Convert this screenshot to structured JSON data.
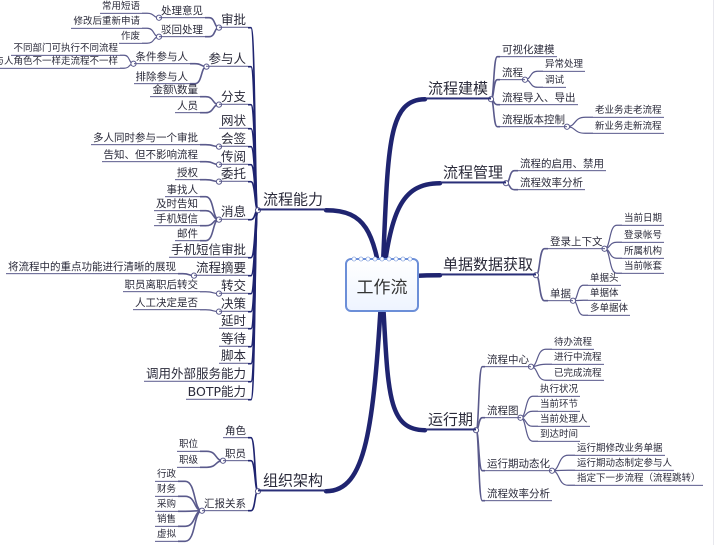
{
  "center": "工作流",
  "colors": {
    "main_branch": "#1f2470",
    "thin_line": "#5a5a8c",
    "center_border": "#6c8fd8"
  },
  "branches": [
    {
      "label": "流程建模",
      "children": [
        {
          "label": "可视化建模"
        },
        {
          "label": "流程",
          "children": [
            {
              "label": "异常处理"
            },
            {
              "label": "调试"
            }
          ]
        },
        {
          "label": "流程导入、导出"
        },
        {
          "label": "流程版本控制",
          "children": [
            {
              "label": "老业务走老流程"
            },
            {
              "label": "新业务走新流程"
            }
          ]
        }
      ]
    },
    {
      "label": "流程管理",
      "children": [
        {
          "label": "流程的启用、禁用"
        },
        {
          "label": "流程效率分析"
        }
      ]
    },
    {
      "label": "单据数据获取",
      "children": [
        {
          "label": "登录上下文",
          "children": [
            {
              "label": "当前日期"
            },
            {
              "label": "登录帐号"
            },
            {
              "label": "所属机构"
            },
            {
              "label": "当前帐套"
            }
          ]
        },
        {
          "label": "单据",
          "children": [
            {
              "label": "单据头"
            },
            {
              "label": "单据体"
            },
            {
              "label": "多单据体"
            }
          ]
        }
      ]
    },
    {
      "label": "运行期",
      "children": [
        {
          "label": "流程中心",
          "children": [
            {
              "label": "待办流程"
            },
            {
              "label": "进行中流程"
            },
            {
              "label": "已完成流程"
            }
          ]
        },
        {
          "label": "流程图",
          "children": [
            {
              "label": "执行状况"
            },
            {
              "label": "当前环节"
            },
            {
              "label": "当前处理人"
            },
            {
              "label": "到达时间"
            }
          ]
        },
        {
          "label": "运行期动态化",
          "children": [
            {
              "label": "运行期修改业务单据"
            },
            {
              "label": "运行期动态制定参与人"
            },
            {
              "label": "指定下一步流程（流程跳转）"
            }
          ]
        },
        {
          "label": "流程效率分析"
        }
      ]
    },
    {
      "label": "流程能力",
      "children": [
        {
          "label": "审批",
          "children": [
            {
              "label": "处理意见",
              "children": [
                {
                  "label": "常用短语"
                }
              ]
            },
            {
              "label": "驳回处理",
              "children": [
                {
                  "label": "修改后重新申请"
                },
                {
                  "label": "作废"
                }
              ]
            }
          ]
        },
        {
          "label": "参与人",
          "children": [
            {
              "label": "条件参与人",
              "children": [
                {
                  "label": "不同部门可执行不同流程"
                },
                {
                  "label": "参与人角色不一样走流程不一样"
                }
              ]
            },
            {
              "label": "排除参与人"
            }
          ]
        },
        {
          "label": "分支",
          "children": [
            {
              "label": "金额\\数量"
            },
            {
              "label": "人员"
            }
          ]
        },
        {
          "label": "网状"
        },
        {
          "label": "会签",
          "children": [
            {
              "label": "多人同时参与一个审批"
            }
          ]
        },
        {
          "label": "传阅",
          "children": [
            {
              "label": "告知、但不影响流程"
            }
          ]
        },
        {
          "label": "委托",
          "children": [
            {
              "label": "授权"
            }
          ]
        },
        {
          "label": "消息",
          "children": [
            {
              "label": "事找人"
            },
            {
              "label": "及时告知"
            },
            {
              "label": "手机短信"
            },
            {
              "label": "邮件"
            }
          ]
        },
        {
          "label": "手机短信审批"
        },
        {
          "label": "流程摘要",
          "children": [
            {
              "label": "将流程中的重点功能进行清晰的展现"
            }
          ]
        },
        {
          "label": "转交",
          "children": [
            {
              "label": "职员离职后转交"
            }
          ]
        },
        {
          "label": "决策",
          "children": [
            {
              "label": "人工决定是否"
            }
          ]
        },
        {
          "label": "延时"
        },
        {
          "label": "等待"
        },
        {
          "label": "脚本"
        },
        {
          "label": "调用外部服务能力"
        },
        {
          "label": "BOTP能力"
        }
      ]
    },
    {
      "label": "组织架构",
      "children": [
        {
          "label": "角色"
        },
        {
          "label": "职员",
          "children": [
            {
              "label": "职位"
            },
            {
              "label": "职级"
            }
          ]
        },
        {
          "label": "汇报关系",
          "children": [
            {
              "label": "行政"
            },
            {
              "label": "财务"
            },
            {
              "label": "采购"
            },
            {
              "label": "销售"
            },
            {
              "label": "虚拟"
            }
          ]
        }
      ]
    }
  ]
}
